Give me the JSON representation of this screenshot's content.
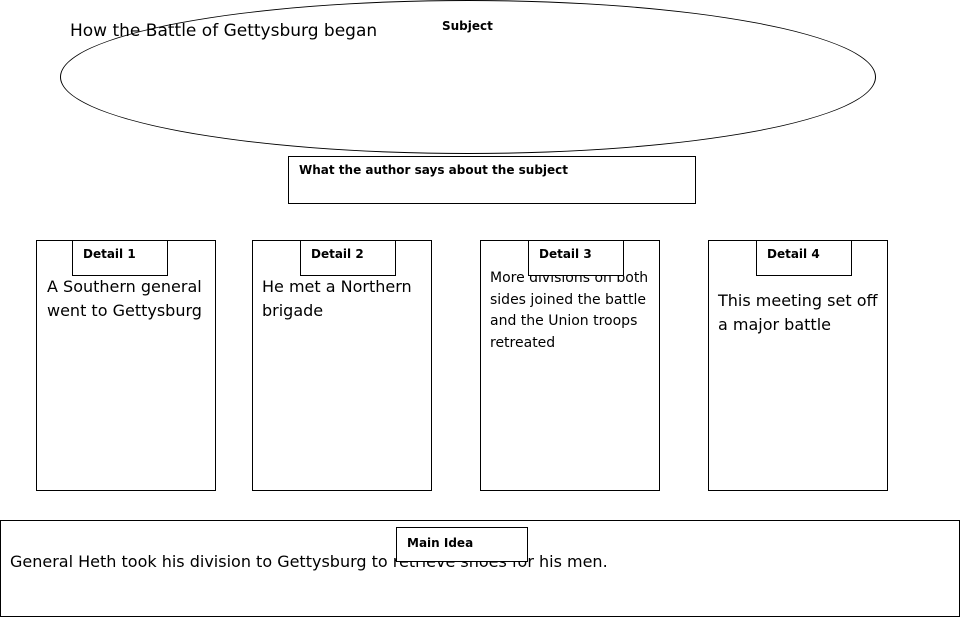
{
  "subject": {
    "label": "Subject",
    "text": "How the Battle of Gettysburg began"
  },
  "author": {
    "label": "What the author says about the subject"
  },
  "details": [
    {
      "label": "Detail 1",
      "text": "A Southern general went to Gettysburg"
    },
    {
      "label": "Detail 2",
      "text": "He met a Northern brigade"
    },
    {
      "label": "Detail 3",
      "text": "More divisions on both sides joined the battle and the Union troops retreated"
    },
    {
      "label": "Detail 4",
      "text": "This meeting set off a major battle"
    }
  ],
  "main_idea": {
    "label": "Main Idea",
    "text": "General Heth took his  division to Gettysburg to retrieve shoes for his men."
  }
}
